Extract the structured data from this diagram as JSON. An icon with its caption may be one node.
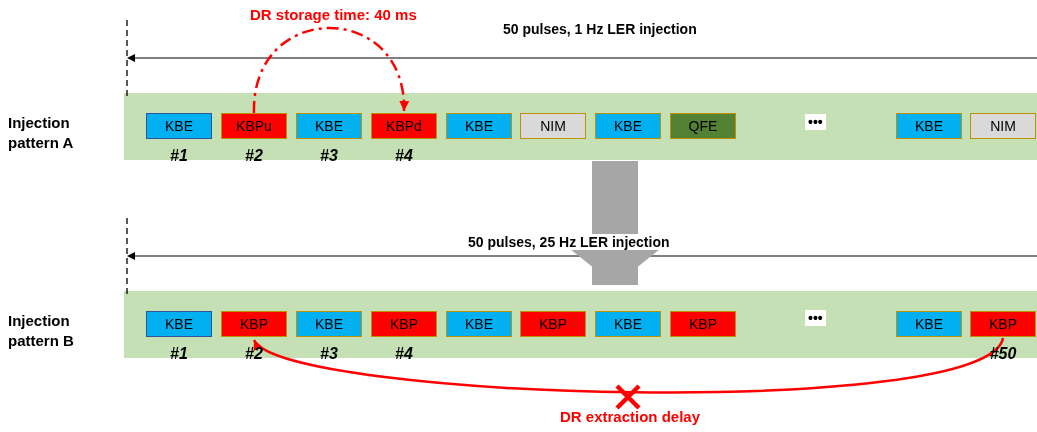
{
  "diagram": {
    "nodes": [
      {
        "text": [
          "Injection pattern A"
        ]
      },
      {
        "text": [
          "KBE"
        ],
        "in": 0,
        "beside": [
          "#1"
        ]
      },
      {
        "text": [
          "KBPu"
        ],
        "in": 0,
        "beside": [
          "#2"
        ]
      },
      {
        "text": [
          "KBE"
        ],
        "in": 0,
        "beside": [
          "#3"
        ]
      },
      {
        "text": [
          "KBPd"
        ],
        "in": 0,
        "beside": [
          "#4"
        ]
      },
      {
        "text": [
          "KBE"
        ],
        "in": 0
      },
      {
        "text": [
          "NIM"
        ],
        "in": 0
      },
      {
        "text": [
          "KBE"
        ],
        "in": 0
      },
      {
        "text": [
          "QFE"
        ],
        "in": 0
      },
      {
        "text": [
          "KBE"
        ],
        "in": 0
      },
      {
        "text": [
          "NIM"
        ],
        "in": 0
      },
      {
        "text": [
          "Injection pattern B"
        ]
      },
      {
        "text": [
          "KBE"
        ],
        "in": 11,
        "beside": [
          "#1"
        ]
      },
      {
        "text": [
          "KBP"
        ],
        "in": 11,
        "beside": [
          "#2"
        ]
      },
      {
        "text": [
          "KBE"
        ],
        "in": 11,
        "beside": [
          "#3"
        ]
      },
      {
        "text": [
          "KBP"
        ],
        "in": 11,
        "beside": [
          "#4"
        ]
      },
      {
        "text": [
          "KBE"
        ],
        "in": 11
      },
      {
        "text": [
          "KBP"
        ],
        "in": 11
      },
      {
        "text": [
          "KBE"
        ],
        "in": 11
      },
      {
        "text": [
          "KBP"
        ],
        "in": 11
      },
      {
        "text": [
          "KBE"
        ],
        "in": 11
      },
      {
        "text": [
          "KBP"
        ],
        "in": 11,
        "beside": [
          "#50"
        ]
      }
    ],
    "edges": [
      {
        "from": 2,
        "to": 4,
        "arrow": "to",
        "label": "DR storage time: 40 ms",
        "style": "dashed",
        "color": "#ff0000"
      },
      {
        "from": 0,
        "to": 11,
        "arrow": "to",
        "style": "thick",
        "color": "#a6a6a6"
      },
      {
        "from": 21,
        "to": 13,
        "arrow": "to",
        "label": "DR extraction delay",
        "color": "#ff0000"
      }
    ],
    "labels": [
      "50 pulses, 1 Hz LER injection",
      "•••",
      "50 pulses, 25 Hz LER injection",
      "•••"
    ]
  }
}
